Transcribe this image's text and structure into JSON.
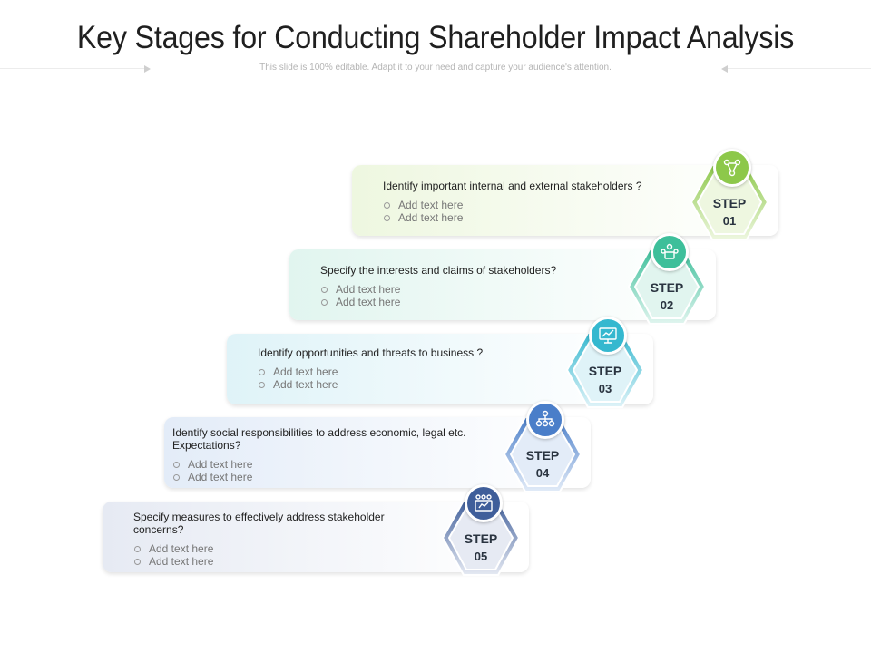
{
  "header": {
    "title": "Key Stages for Conducting Shareholder Impact Analysis",
    "subtitle": "This slide is 100% editable. Adapt it to your need and capture your audience's attention."
  },
  "steps": [
    {
      "step_word": "STEP",
      "number": "01",
      "heading": "Identify important internal and external stakeholders ?",
      "bullets": [
        "Add text here",
        "Add text here"
      ],
      "color": "#8dc84a",
      "card_tint": "#eef7e0",
      "icon": "network-people-icon"
    },
    {
      "step_word": "STEP",
      "number": "02",
      "heading": "Specify the interests and claims of stakeholders?",
      "bullets": [
        "Add text here",
        "Add text here"
      ],
      "color": "#3dbf9a",
      "card_tint": "#e1f5ef",
      "icon": "team-meeting-icon"
    },
    {
      "step_word": "STEP",
      "number": "03",
      "heading": "Identify opportunities and threats to business ?",
      "bullets": [
        "Add text here",
        "Add text here"
      ],
      "color": "#35b8cf",
      "card_tint": "#dff3f8",
      "icon": "presentation-board-icon"
    },
    {
      "step_word": "STEP",
      "number": "04",
      "heading": "Identify social responsibilities to address economic, legal etc. Expectations?",
      "bullets": [
        "Add text here",
        "Add text here"
      ],
      "color": "#4a7ec9",
      "card_tint": "#e3ecf8",
      "icon": "group-hierarchy-icon"
    },
    {
      "step_word": "STEP",
      "number": "05",
      "heading": "Specify measures to effectively address stakeholder concerns?",
      "bullets": [
        "Add text here",
        "Add text here"
      ],
      "color": "#3f5e9a",
      "card_tint": "#e6eaf3",
      "icon": "strategy-board-icon"
    }
  ]
}
